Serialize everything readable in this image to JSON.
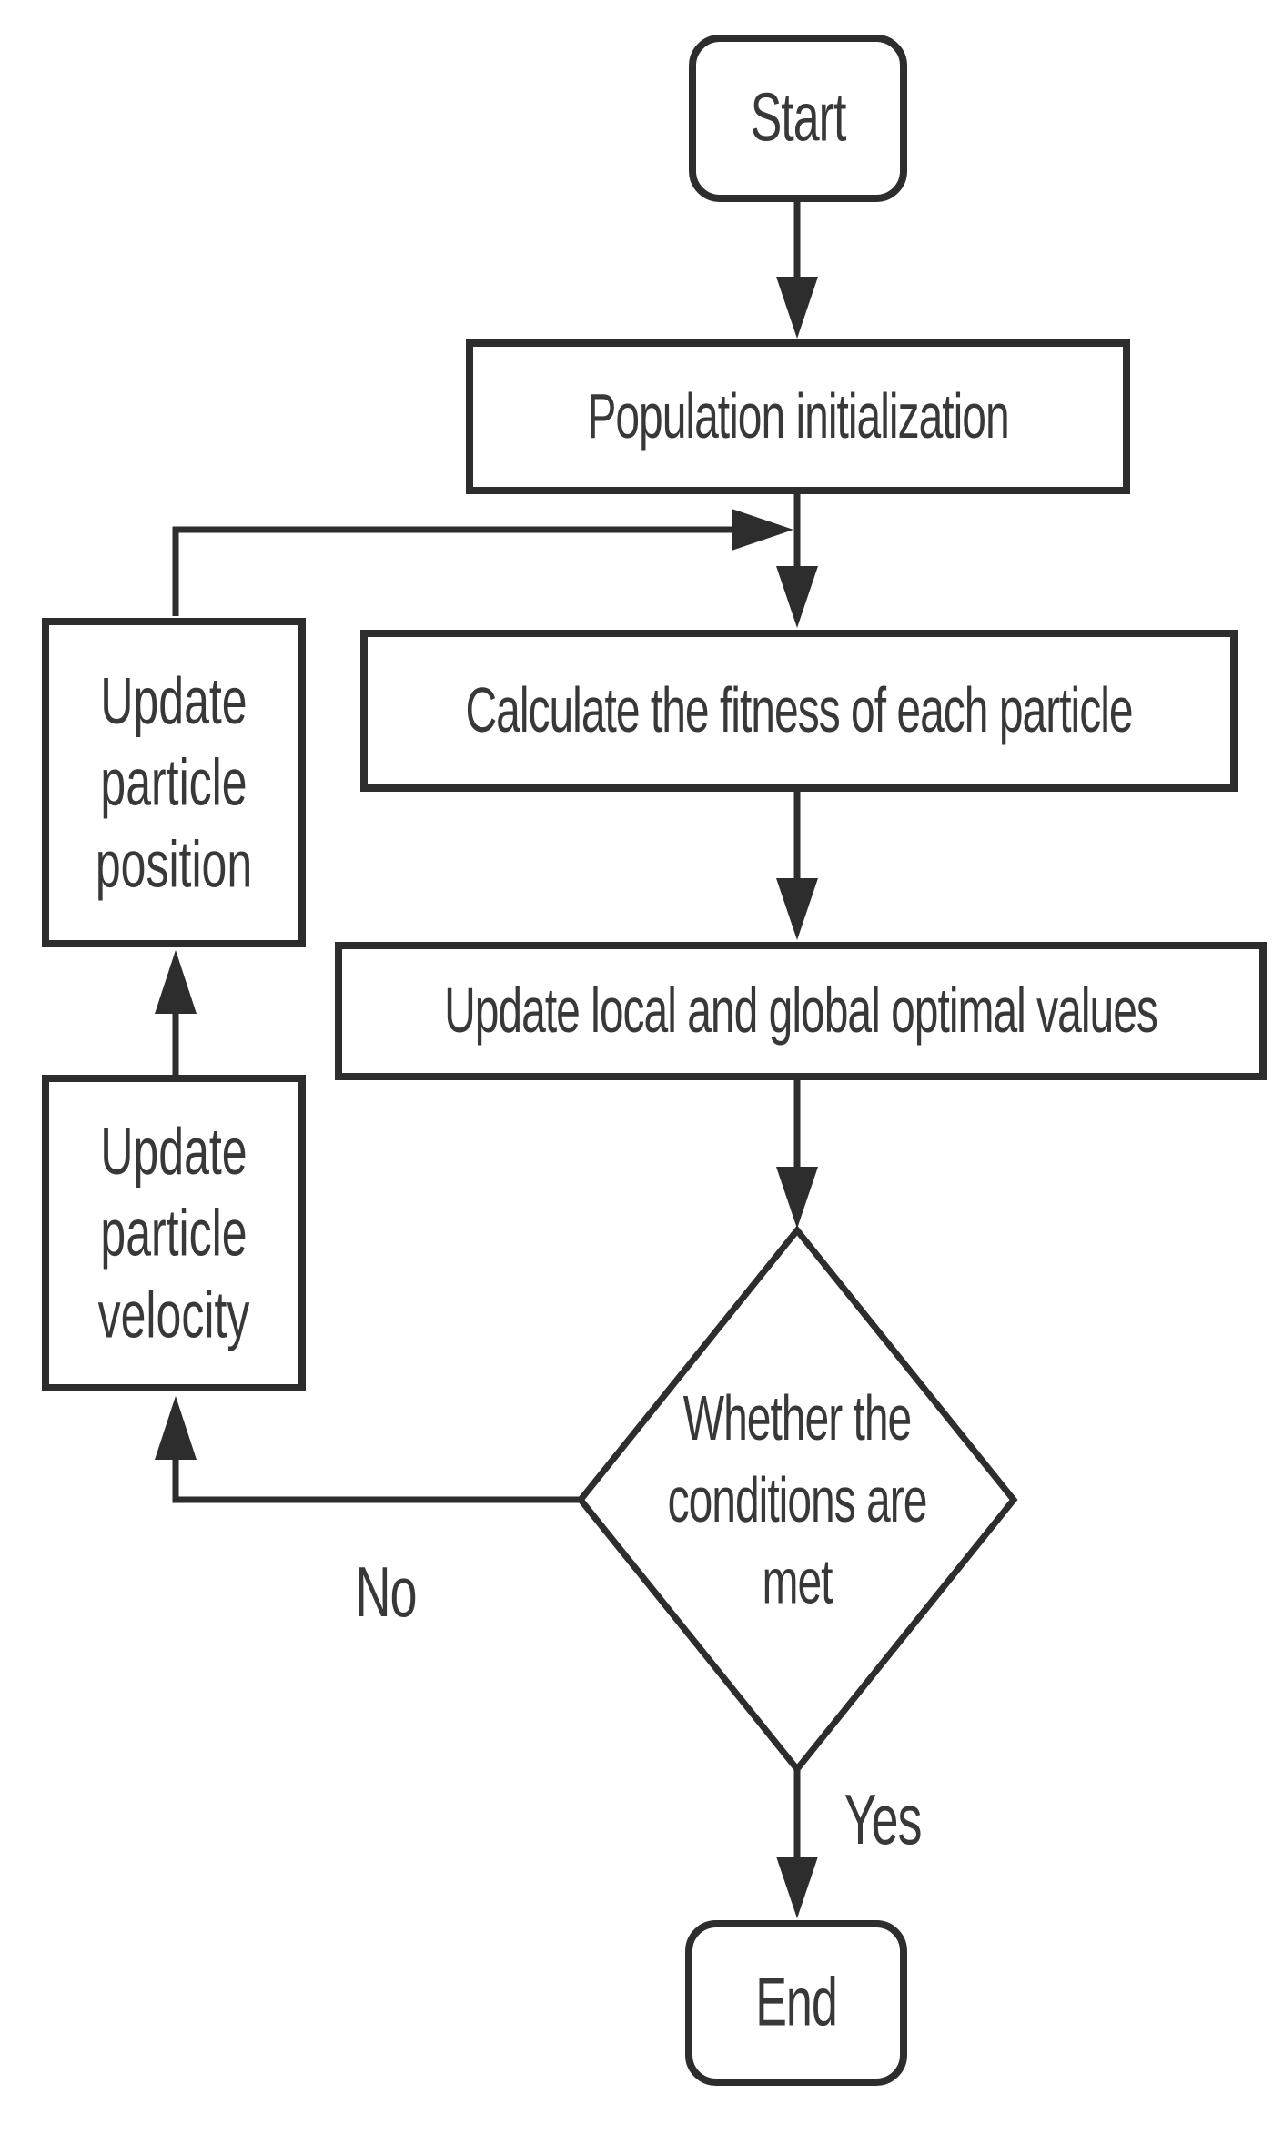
{
  "diagram": {
    "type": "flowchart",
    "colors": {
      "stroke": "#2d2d2d",
      "node_fill": "#ffffff",
      "text": "#383838",
      "background": "#ffffff"
    },
    "nodes": {
      "start": {
        "shape": "terminator",
        "label": "Start"
      },
      "population": {
        "shape": "process",
        "label": "Population initialization"
      },
      "calculate": {
        "shape": "process",
        "label": "Calculate the fitness of each particle"
      },
      "update_optimal": {
        "shape": "process",
        "label": "Update local and global optimal values"
      },
      "decision": {
        "shape": "decision",
        "label": "Whether the conditions are met",
        "lines": [
          "Whether the",
          "conditions are",
          "met"
        ]
      },
      "update_position": {
        "shape": "process",
        "label": "Update particle position",
        "lines": [
          "Update",
          "particle",
          "position"
        ]
      },
      "update_velocity": {
        "shape": "process",
        "label": "Update particle velocity",
        "lines": [
          "Update",
          "particle",
          "velocity"
        ]
      },
      "end": {
        "shape": "terminator",
        "label": "End"
      }
    },
    "edges": {
      "yes_label": "Yes",
      "no_label": "No"
    }
  }
}
